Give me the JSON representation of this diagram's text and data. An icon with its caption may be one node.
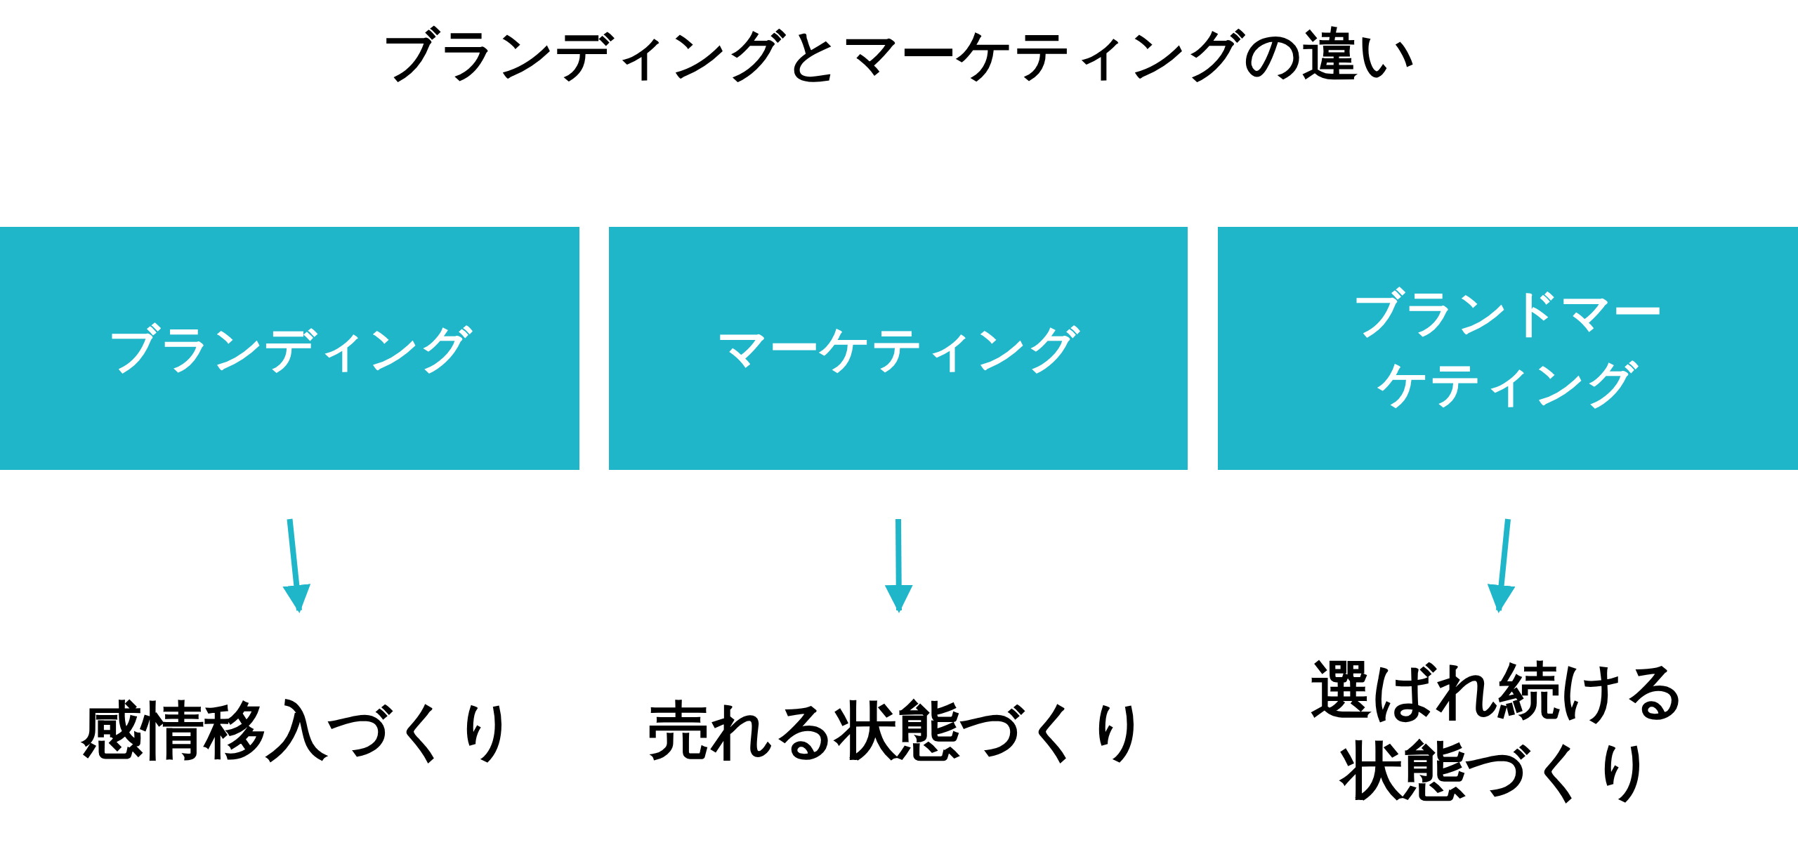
{
  "diagram": {
    "title": "ブランディングとマーケティングの違い",
    "nodes": [
      {
        "text": [
          "ブランディング"
        ]
      },
      {
        "text": [
          "マーケティング"
        ]
      },
      {
        "text": [
          "ブランドマーケティング"
        ]
      },
      {
        "text": [
          "感情移入づくり"
        ]
      },
      {
        "text": [
          "売れる状態づくり"
        ]
      },
      {
        "text": [
          "選ばれ続ける状態づくり"
        ]
      }
    ],
    "edges": [
      {
        "from": 0,
        "to": 3,
        "arrow": "to"
      },
      {
        "from": 1,
        "to": 4,
        "arrow": "to"
      },
      {
        "from": 2,
        "to": 5,
        "arrow": "to"
      }
    ]
  }
}
